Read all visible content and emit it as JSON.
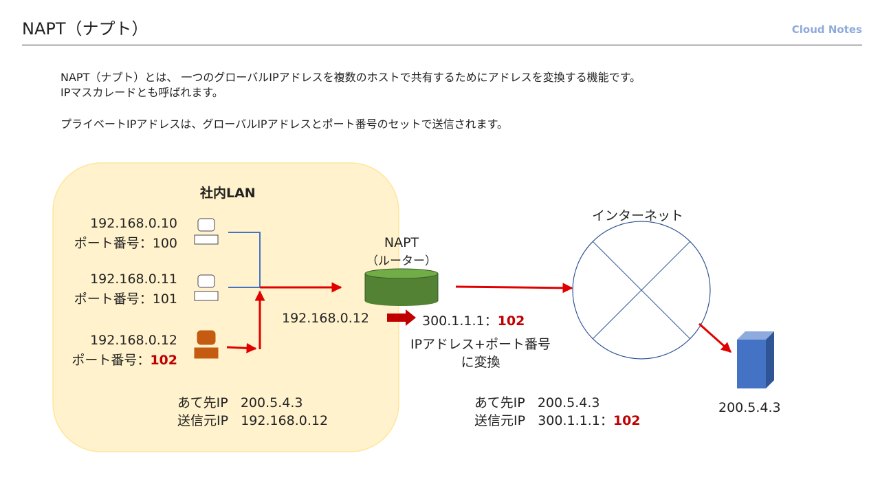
{
  "header": {
    "title": "NAPT（ナプト）",
    "brand": "Cloud Notes"
  },
  "intro": {
    "line1": "NAPT（ナプト）とは、 一つのグローバルIPアドレスを複数のホストで共有するためにアドレスを変換する機能です。",
    "line2": "IPマスカレードとも呼ばれます。",
    "line3": "プライベートIPアドレスは、グローバルIPアドレスとポート番号のセットで送信されます。"
  },
  "lan": {
    "title": "社内LAN",
    "hosts": [
      {
        "ip": "192.168.0.10",
        "port_label": "ポート番号：",
        "port": "100"
      },
      {
        "ip": "192.168.0.11",
        "port_label": "ポート番号：",
        "port": "101"
      },
      {
        "ip": "192.168.0.12",
        "port_label": "ポート番号：",
        "port": "102"
      }
    ],
    "packet": {
      "dst_label": "あて先IP",
      "dst": "200.5.4.3",
      "src_label": "送信元IP",
      "src": "192.168.0.12"
    }
  },
  "router": {
    "name": "NAPT",
    "subtitle": "（ルーター）",
    "from_ip": "192.168.0.12",
    "to_ip": "300.1.1.1：",
    "to_port": "102",
    "note_line1": "IPアドレス+ポート番号",
    "note_line2": "に変換"
  },
  "wan_packet": {
    "dst_label": "あて先IP",
    "dst": "200.5.4.3",
    "src_label": "送信元IP",
    "src_ip": "300.1.1.1：",
    "src_port": "102"
  },
  "internet": {
    "label": "インターネット"
  },
  "server": {
    "ip": "200.5.4.3"
  },
  "colors": {
    "lan_fill": "#fff2cc",
    "lan_border": "#ffe699",
    "router_fill": "#548235",
    "arrow_red": "#e00000",
    "dark_red_arrow": "#c00000",
    "line_blue": "#4472c4",
    "active_pc": "#c55a11",
    "server_blue": "#4472c4",
    "circle_stroke": "#2f5597"
  }
}
